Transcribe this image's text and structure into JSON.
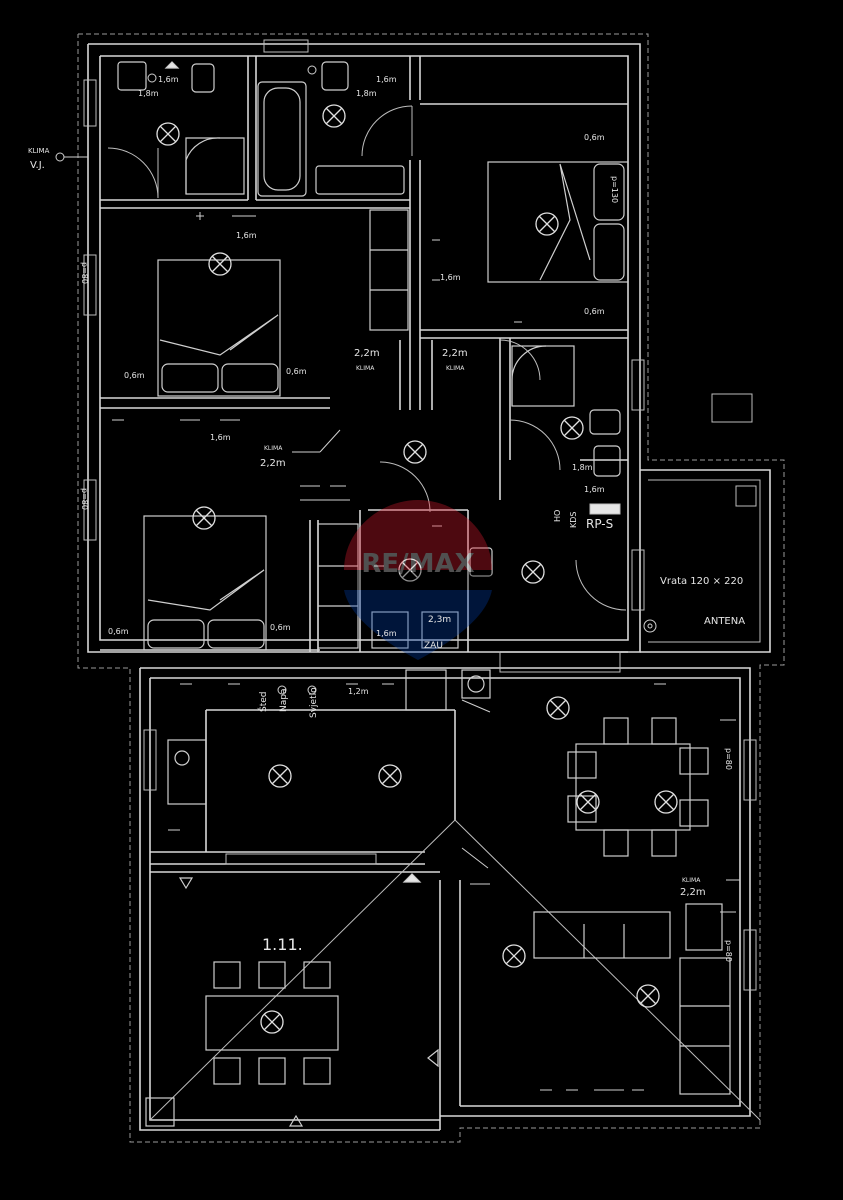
{
  "watermark": {
    "brand": "RE/MAX",
    "colors": {
      "red": "#dc1c2e",
      "blue": "#003da5"
    }
  },
  "plan_labels": {
    "klima_outdoor": "KLIMA",
    "vj": "V.J.",
    "h_1_8_a": "1,8m",
    "h_1_6_a": "1,6m",
    "h_1_8_b": "1,8m",
    "h_1_6_b": "1,6m",
    "h_1_6_c": "1,6m",
    "h_1_6_d": "1,6m",
    "h_0_6_a": "0,6m",
    "h_0_6_b": "0,6m",
    "h_0_6_c": "0,6m",
    "h_0_6_d": "0,6m",
    "h_0_6_e": "0,6m",
    "h_0_6_f": "0,6m",
    "h_2_2_a": "2,2m",
    "h_2_2_b": "2,2m",
    "h_2_2_c": "2,2m",
    "klima_a": "KLIMA",
    "klima_b": "KLIMA",
    "klima_c": "KLIMA",
    "h_1_6_e": "1,6m",
    "h_1_8_c": "1,8m",
    "h_1_6_f": "1,6m",
    "ho": "HO",
    "kds": "KDS",
    "rps": "RP-S",
    "door": "Vrata 120 × 220",
    "antena": "ANTENA",
    "h_2_3": "2,3m",
    "h_1_6_g": "1,6m",
    "zau": "ZAU",
    "h_1_2": "1,2m",
    "sted": "Šted",
    "napa": "Napa",
    "svjetlo": "Svjetlo",
    "p80_a": "p=80",
    "p80_b": "p=80",
    "p80_c": "p=80",
    "p80_d": "p=80",
    "p130": "p=130",
    "klima_d": "KLIMA",
    "h_2_2_d": "2,2m",
    "room_1_11": "1.11."
  }
}
